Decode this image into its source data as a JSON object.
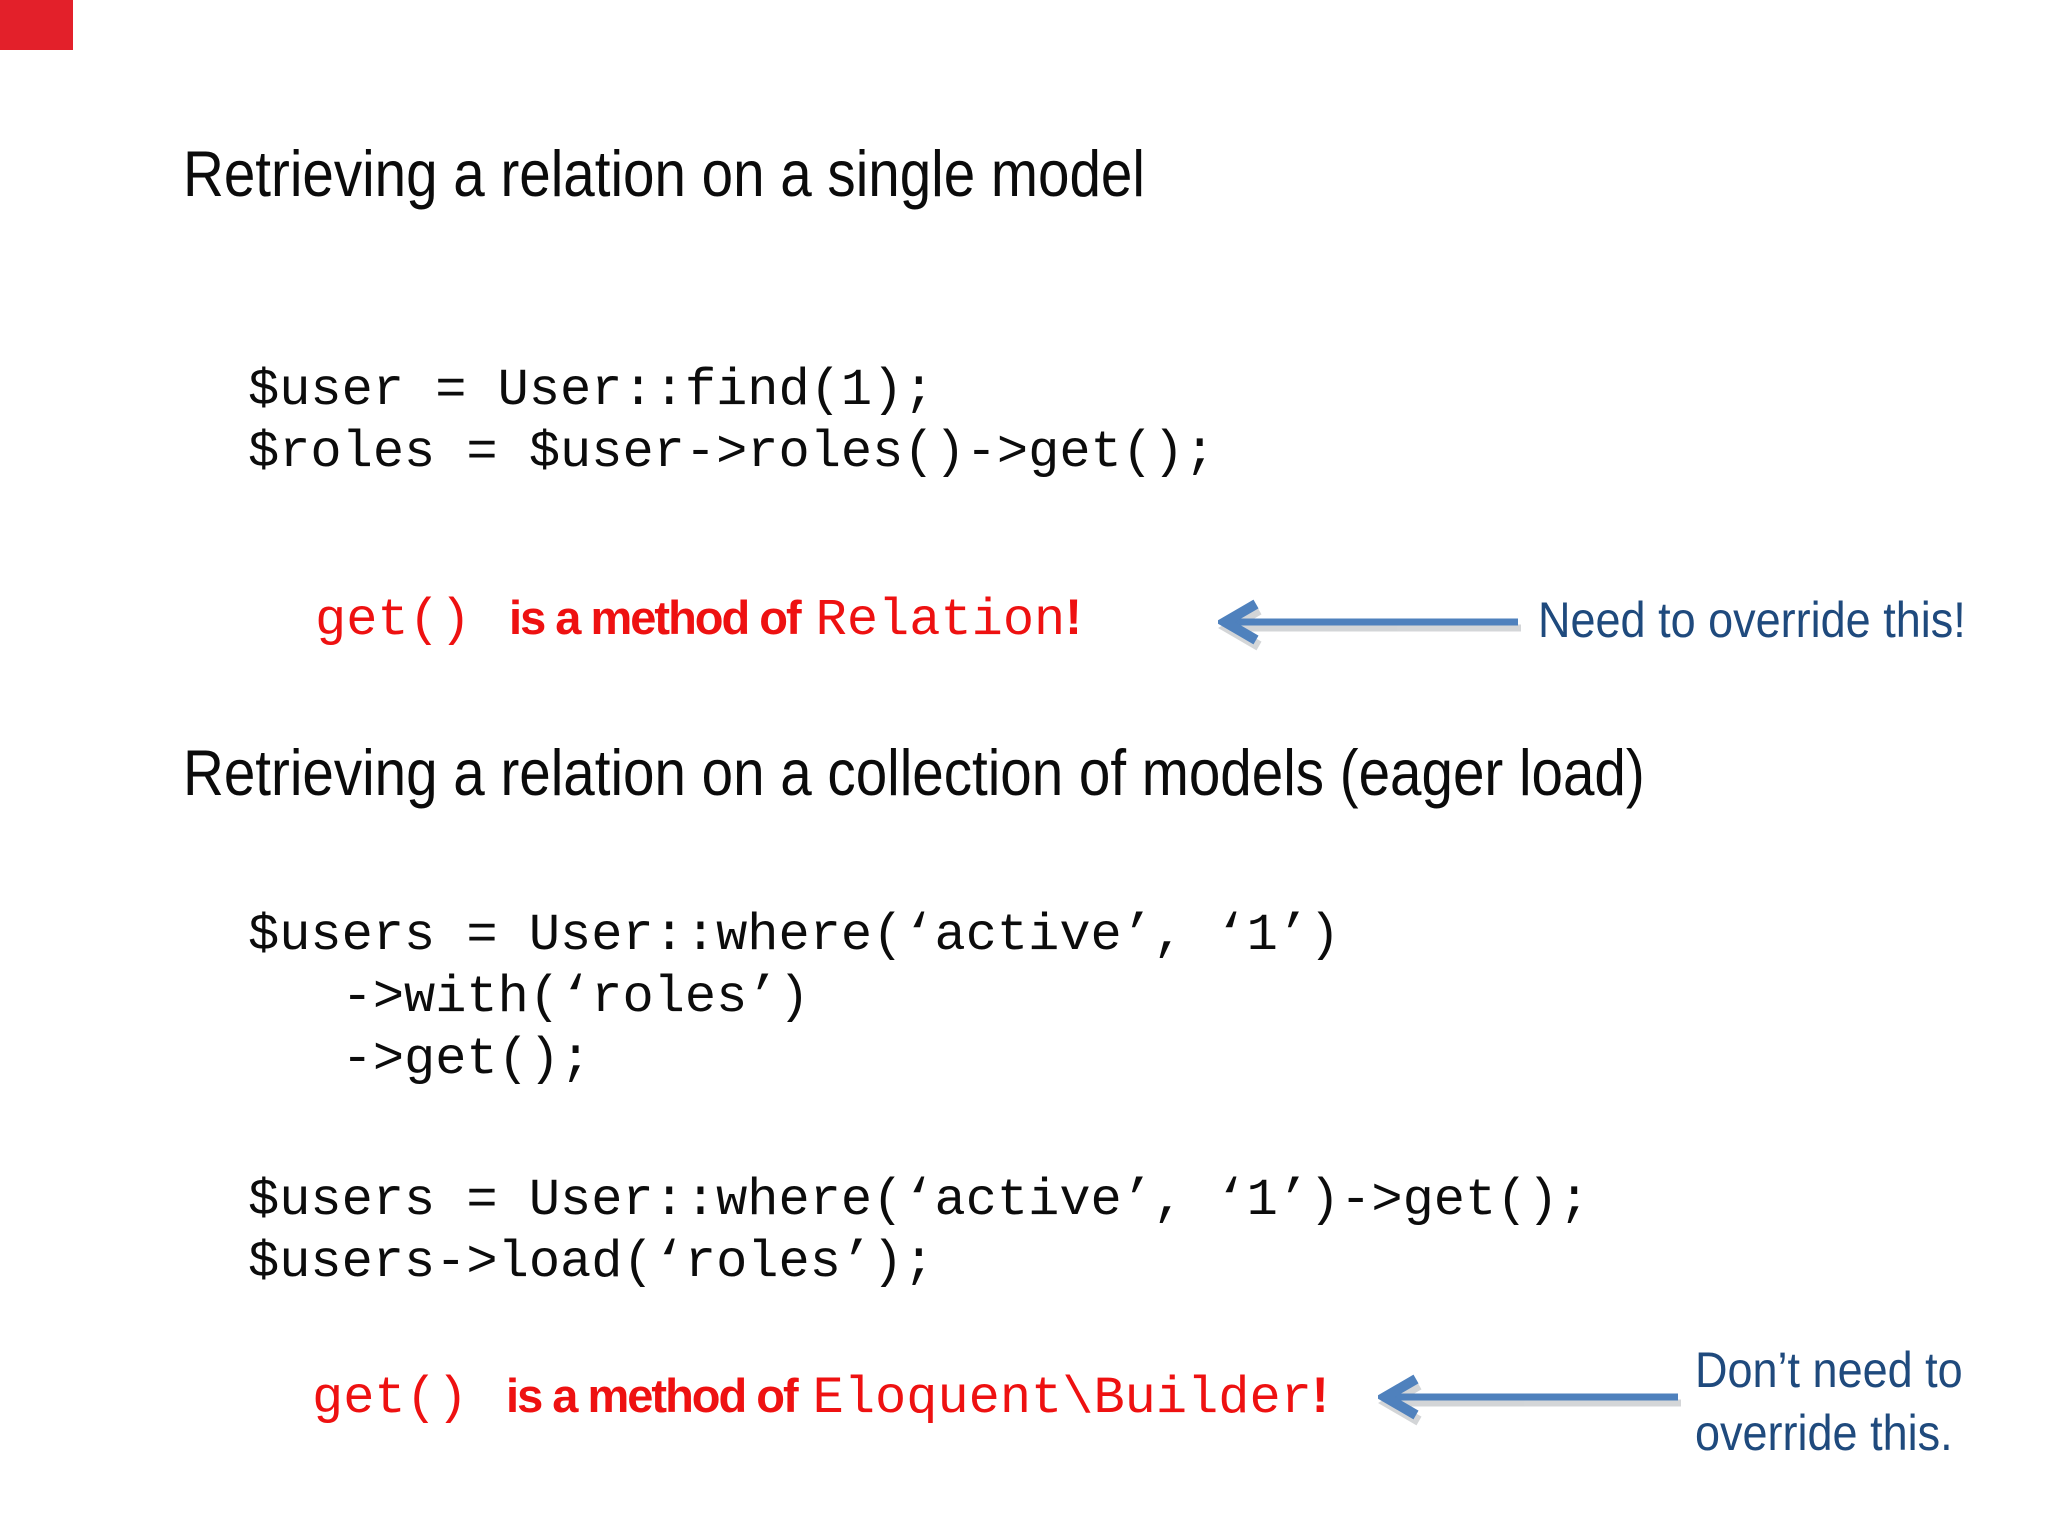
{
  "decor": {
    "corner_rect_color": "#e3202a"
  },
  "colors": {
    "red_text": "#ee1111",
    "arrow_blue": "#4f81bd",
    "callout_blue": "#1f4a7d",
    "body_text": "#0b0b0b",
    "background": "#ffffff"
  },
  "section1": {
    "title": "Retrieving a relation on a single model",
    "code": [
      "$user = User::find(1);",
      "$roles = $user->roles()->get();"
    ],
    "note": {
      "fn": "get()",
      "mid": "is a method of",
      "cls": "Relation",
      "bang": "!"
    },
    "callout": "Need to override this!"
  },
  "section2": {
    "title": "Retrieving a relation on a collection of models (eager load)",
    "code_a": [
      "$users = User::where(‘active’, ‘1’)",
      "   ->with(‘roles’)",
      "   ->get();"
    ],
    "code_b": [
      "$users = User::where(‘active’, ‘1’)->get();",
      "$users->load(‘roles’);"
    ],
    "note": {
      "fn": "get()",
      "mid": "is a method of",
      "cls": "Eloquent\\Builder",
      "bang": "!"
    },
    "callout_lines": [
      "Don’t need to",
      "override this."
    ]
  }
}
